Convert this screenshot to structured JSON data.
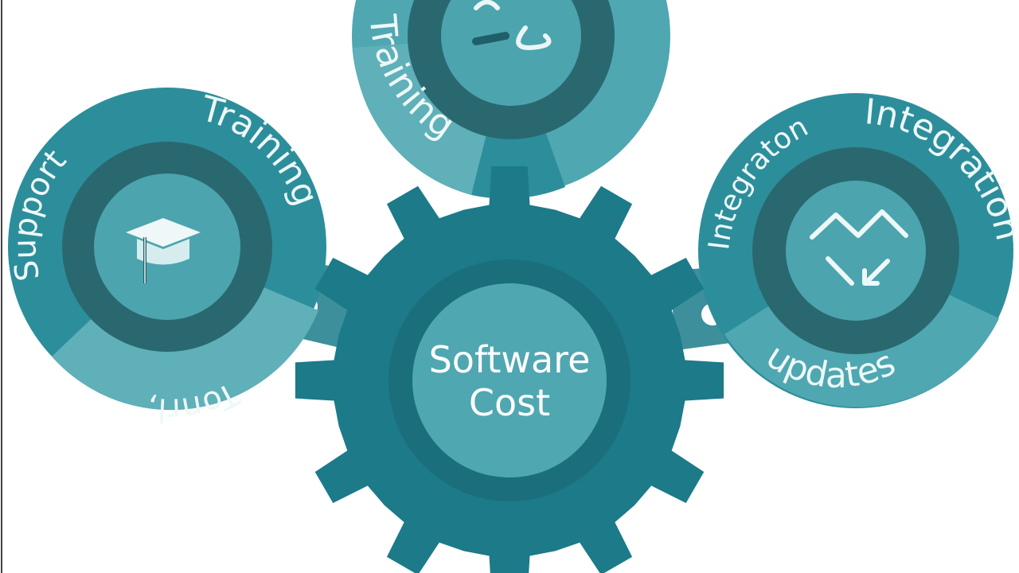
{
  "center_gear": {
    "label_line1": "Software",
    "label_line2": "Cost"
  },
  "wheels": {
    "top": {
      "label": "Training",
      "icon": "wrench-icon"
    },
    "left": {
      "label_support": "Support",
      "label_training": "Training",
      "label_bottom": "Tonrl,",
      "icon": "graduation-cap-icon"
    },
    "right": {
      "label_integraton": "Integraton",
      "label_integration": "Integration",
      "label_updates": "updates",
      "icon": "zigzag-arrow-icon"
    }
  },
  "colors": {
    "gear": "#1c7a89",
    "gear_hub": "#4fa7b1",
    "wheel_outer": "#2d8e9b",
    "wheel_light": "#5fb0b8",
    "wheel_ring": "#2a6870",
    "wheel_hub": "#4ca4ae",
    "connector": "#3e8f9c",
    "text": "#eef8f8"
  }
}
